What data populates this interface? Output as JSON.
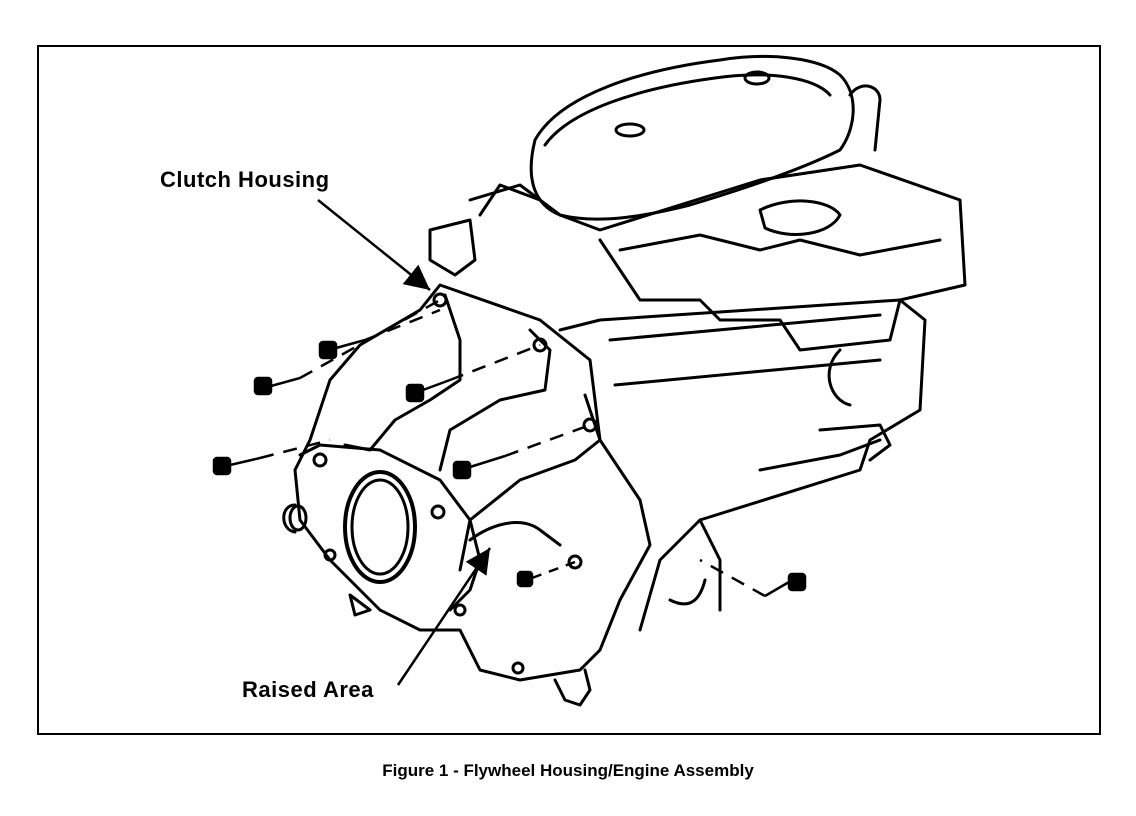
{
  "labels": {
    "clutch_housing": "Clutch Housing",
    "raised_area": "Raised Area"
  },
  "caption": "Figure 1 - Flywheel Housing/Engine Assembly",
  "icons": [
    "engine-block-illustration",
    "bolt-icon",
    "leader-arrow"
  ]
}
